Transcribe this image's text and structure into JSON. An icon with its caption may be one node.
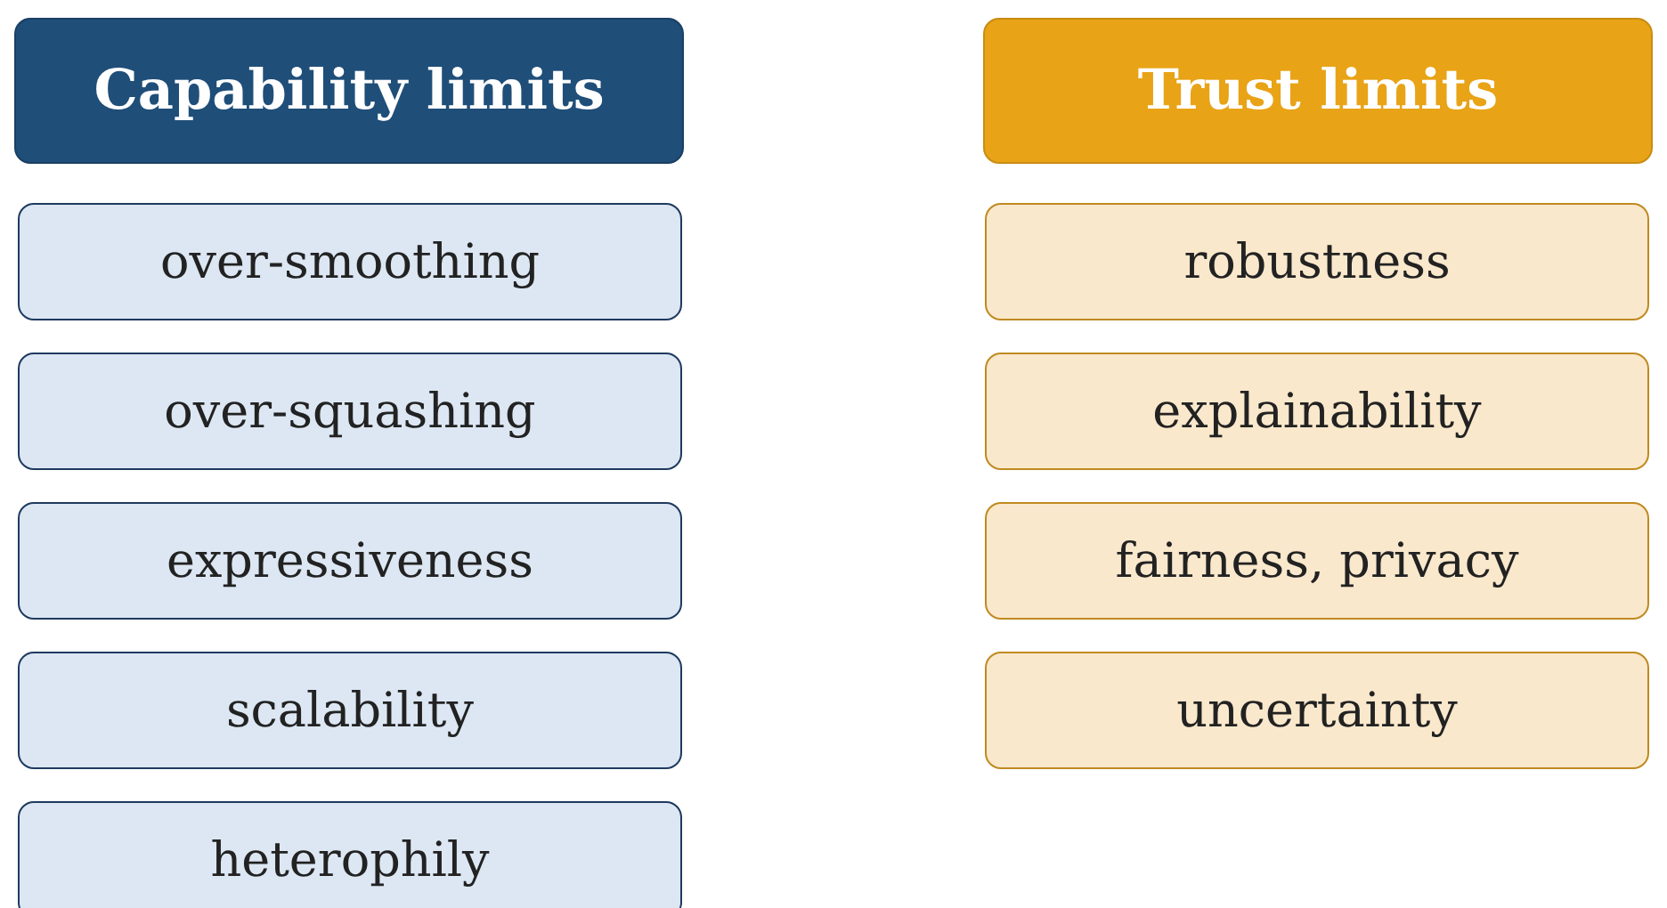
{
  "diagram": {
    "nodes": [
      {
        "text": [
          "Capability limits"
        ]
      },
      {
        "text": [
          "over-smoothing"
        ]
      },
      {
        "text": [
          "over-squashing"
        ]
      },
      {
        "text": [
          "expressiveness"
        ]
      },
      {
        "text": [
          "scalability"
        ]
      },
      {
        "text": [
          "heterophily"
        ]
      },
      {
        "text": [
          "Trust limits"
        ]
      },
      {
        "text": [
          "robustness"
        ]
      },
      {
        "text": [
          "explainability"
        ]
      },
      {
        "text": [
          "fairness, privacy"
        ]
      },
      {
        "text": [
          "uncertainty"
        ]
      }
    ]
  }
}
